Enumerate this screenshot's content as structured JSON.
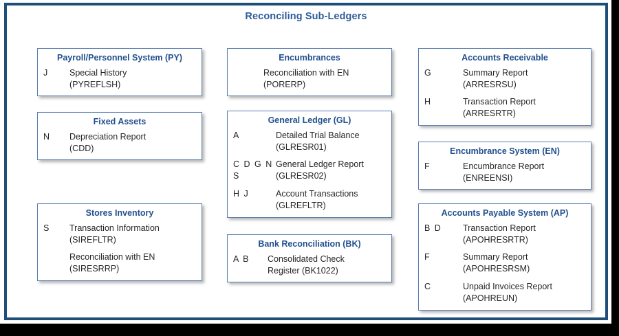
{
  "title": "Reconciling Sub-Ledgers",
  "colors": {
    "frame_border": "#1F4E79",
    "box_border": "#5B7FB0",
    "title_text": "#2E5C9A",
    "box_title_text": "#21508E",
    "body_text": "#262626",
    "page_background": "#FFFFFF",
    "canvas_background": "#000000"
  },
  "columns": {
    "left": {
      "boxes": [
        {
          "title": "Payroll/Personnel System (PY)",
          "entries": [
            {
              "code": "J",
              "name": "Special History",
              "program": "(PYREFLSH)"
            }
          ]
        },
        {
          "title": "Fixed Assets",
          "entries": [
            {
              "code": "N",
              "name": "Depreciation Report",
              "program": "(CDD)"
            }
          ]
        },
        {
          "title": "Stores Inventory",
          "entries": [
            {
              "code": "S",
              "name": "Transaction Information",
              "program": "(SIREFLTR)"
            },
            {
              "code": "",
              "name": "Reconciliation with EN",
              "program": "(SIRESRRP)"
            }
          ]
        }
      ]
    },
    "middle": {
      "boxes": [
        {
          "title": "Encumbrances",
          "entries": [
            {
              "code": "",
              "name": "Reconciliation with EN",
              "program": "(PORERP)"
            }
          ]
        },
        {
          "title": "General Ledger (GL)",
          "entries": [
            {
              "code": "A",
              "name": "Detailed Trial Balance",
              "program": "(GLRESR01)"
            },
            {
              "code": "C D G N S",
              "name": "General Ledger Report",
              "program": "(GLRESR02)"
            },
            {
              "code": "H J",
              "name": "Account Transactions",
              "program": "(GLREFLTR)"
            }
          ]
        },
        {
          "title": "Bank Reconciliation (BK)",
          "entries": [
            {
              "code": "A B",
              "name": "Consolidated Check",
              "program": "Register (BK1022)"
            }
          ]
        }
      ]
    },
    "right": {
      "boxes": [
        {
          "title": "Accounts Receivable",
          "entries": [
            {
              "code": "G",
              "name": "Summary Report",
              "program": "(ARRESRSU)"
            },
            {
              "code": "H",
              "name": "Transaction Report",
              "program": "(ARRESRTR)"
            }
          ]
        },
        {
          "title": "Encumbrance System (EN)",
          "entries": [
            {
              "code": "F",
              "name": "Encumbrance Report",
              "program": "(ENREENSI)"
            }
          ]
        },
        {
          "title": "Accounts Payable System (AP)",
          "entries": [
            {
              "code": "B D",
              "name": "Transaction Report",
              "program": "(APOHRESRTR)"
            },
            {
              "code": "F",
              "name": "Summary Report",
              "program": "(APOHRESRSM)"
            },
            {
              "code": "C",
              "name": "Unpaid Invoices Report",
              "program": "(APOHREUN)"
            }
          ]
        }
      ]
    }
  }
}
